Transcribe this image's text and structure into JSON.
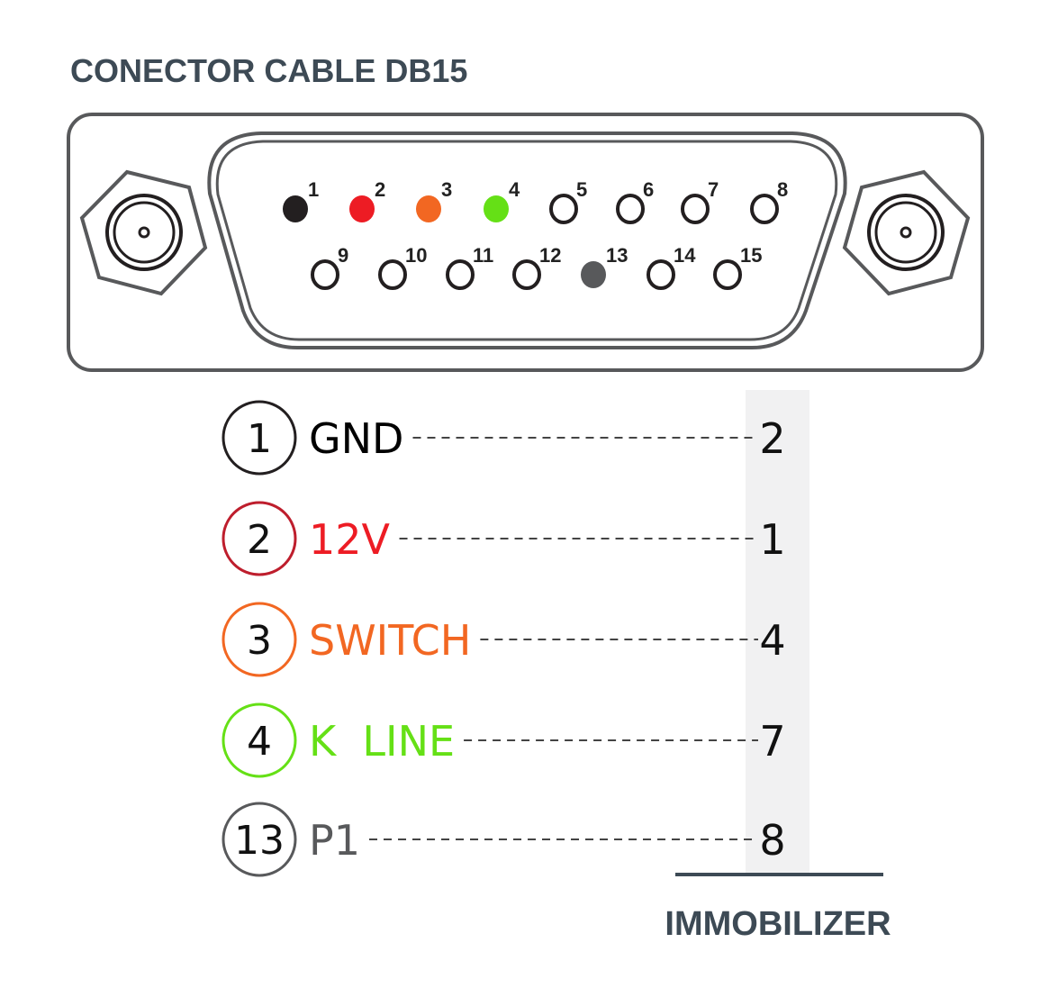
{
  "title": "CONECTOR CABLE DB15",
  "connector": {
    "top_row": [
      {
        "pin": "1",
        "fill": "#231f20"
      },
      {
        "pin": "2",
        "fill": "#ed1c24"
      },
      {
        "pin": "3",
        "fill": "#f26722"
      },
      {
        "pin": "4",
        "fill": "#65e016"
      },
      {
        "pin": "5",
        "fill": null
      },
      {
        "pin": "6",
        "fill": null
      },
      {
        "pin": "7",
        "fill": null
      },
      {
        "pin": "8",
        "fill": null
      }
    ],
    "bottom_row": [
      {
        "pin": "9",
        "fill": null
      },
      {
        "pin": "10",
        "fill": null
      },
      {
        "pin": "11",
        "fill": null
      },
      {
        "pin": "12",
        "fill": null
      },
      {
        "pin": "13",
        "fill": "#58595b"
      },
      {
        "pin": "14",
        "fill": null
      },
      {
        "pin": "15",
        "fill": null
      }
    ]
  },
  "connections": [
    {
      "pin": "1",
      "label": "GND",
      "target": "2",
      "circle_color": "#231f20",
      "label_color": "#000000"
    },
    {
      "pin": "2",
      "label": "12V",
      "target": "1",
      "circle_color": "#be1e2d",
      "label_color": "#ed1c24"
    },
    {
      "pin": "3",
      "label": "SWITCH",
      "target": "4",
      "circle_color": "#f26722",
      "label_color": "#f26722"
    },
    {
      "pin": "4",
      "label": "K  LINE",
      "target": "7",
      "circle_color": "#65e016",
      "label_color": "#65e016"
    },
    {
      "pin": "13",
      "label": "P1",
      "target": "8",
      "circle_color": "#58595b",
      "label_color": "#58595b"
    }
  ],
  "footer": "IMMOBILIZER"
}
